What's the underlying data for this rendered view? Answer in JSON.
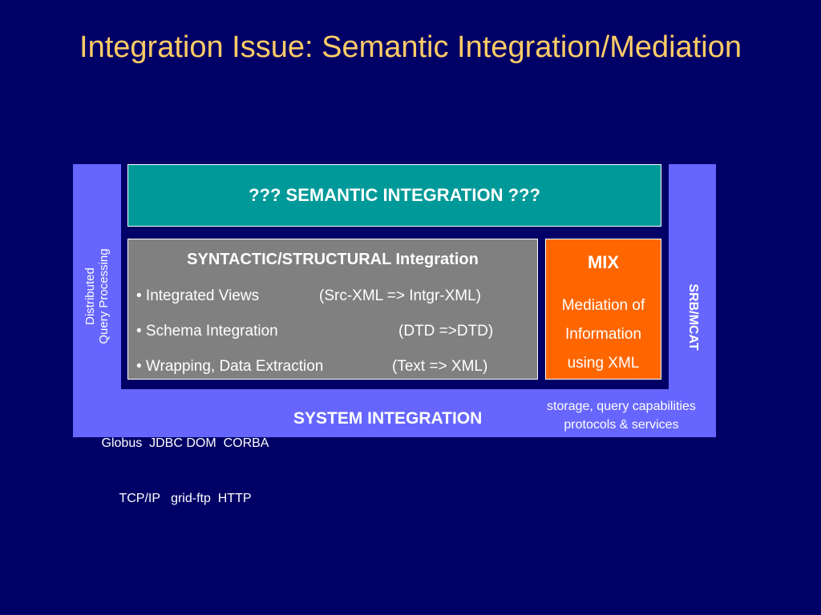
{
  "slide": {
    "title": "Integration Issue: Semantic Integration/Mediation"
  },
  "diagram": {
    "semantic_label": "??? SEMANTIC INTEGRATION ???",
    "syntactic": {
      "heading": "SYNTACTIC/STRUCTURAL Integration",
      "rows": [
        {
          "left": "• Integrated Views",
          "right": "(Src-XML => Intgr-XML)"
        },
        {
          "left": "• Schema Integration",
          "right": "(DTD =>DTD)"
        },
        {
          "left": "• Wrapping, Data Extraction",
          "right": "(Text => XML)"
        }
      ]
    },
    "mix": {
      "title": "MIX",
      "lines": [
        "Mediation of",
        "Information",
        "using XML"
      ]
    },
    "left_vertical": {
      "line1": "Distributed",
      "line2": "Query Processing"
    },
    "right_vertical": "SRB/MCAT",
    "bottom_left": {
      "line1": "Globus  JDBC DOM  CORBA",
      "line2": "TCP/IP   grid-ftp  HTTP"
    },
    "system_label": "SYSTEM INTEGRATION",
    "bottom_right": {
      "line1": "storage, query capabilities",
      "line2": "protocols & services"
    }
  },
  "colors": {
    "background": "#000066",
    "title": "#ffcc66",
    "outer_frame": "#6666ff",
    "semantic_box": "#009999",
    "syntactic_box": "#808080",
    "mix_box": "#ff6600"
  }
}
